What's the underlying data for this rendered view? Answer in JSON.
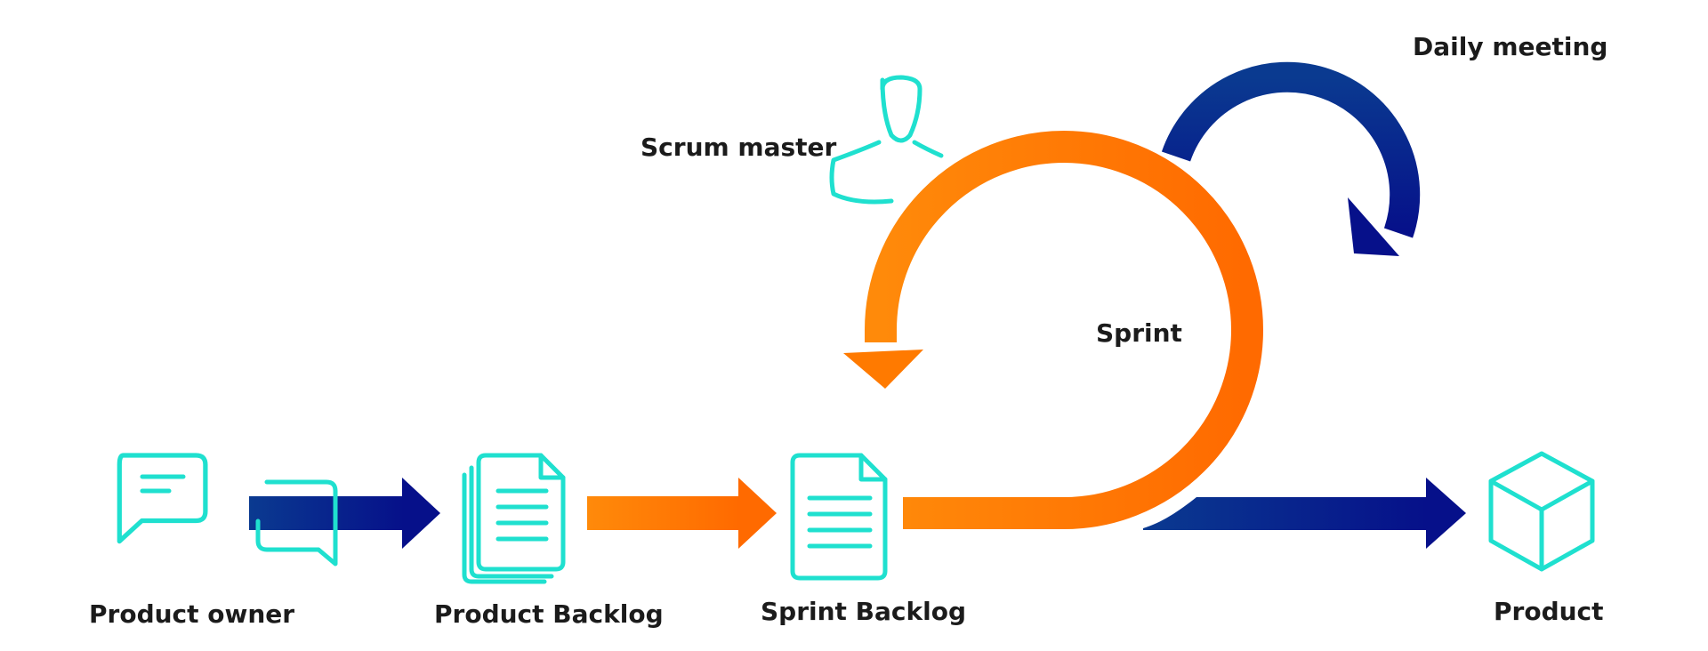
{
  "labels": {
    "product_owner": "Product owner",
    "product_backlog": "Product Backlog",
    "sprint_backlog": "Sprint Backlog",
    "product": "Product",
    "sprint": "Sprint",
    "scrum_master": "Scrum master",
    "daily_meeting": "Daily meeting"
  },
  "colors": {
    "icon": "#1fe0cf",
    "navy_dark": "#06108a",
    "navy_light": "#0a3a90",
    "orange_light": "#ff8a0a",
    "orange_dark": "#ff6a00",
    "text": "#1b1b1b"
  },
  "icons": {
    "product_owner": "chat-bubbles-icon",
    "product_backlog": "document-stack-icon",
    "sprint_backlog": "document-icon",
    "product": "cube-icon",
    "scrum_master": "person-icon"
  }
}
